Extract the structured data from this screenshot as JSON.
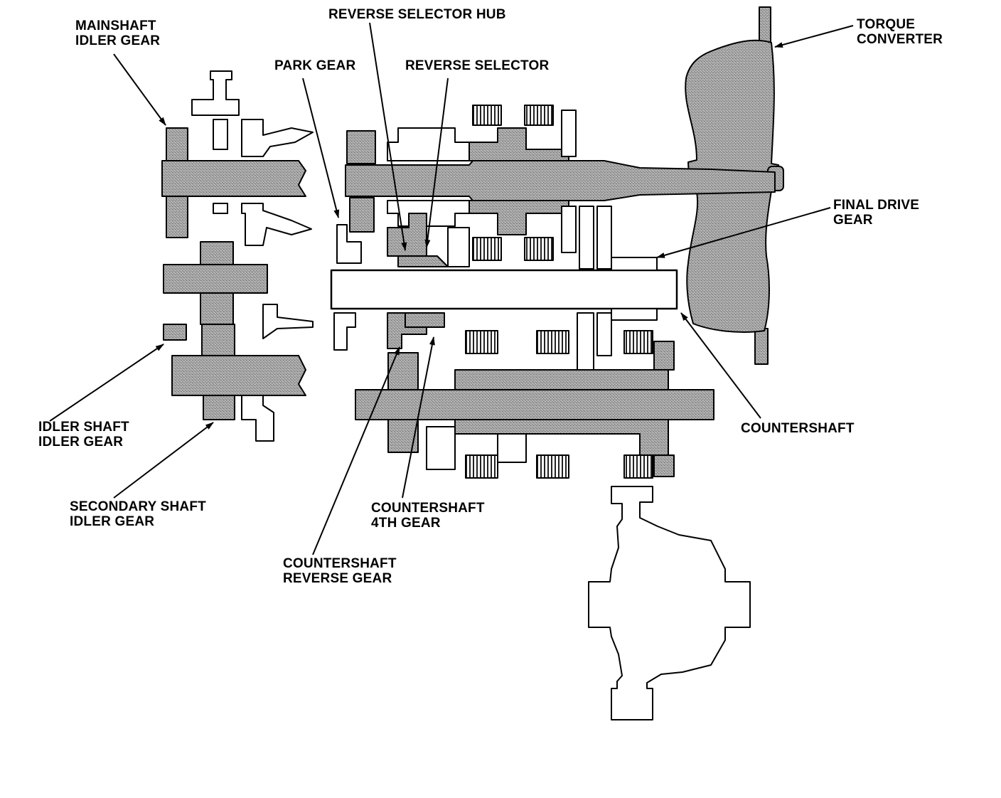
{
  "colors": {
    "shaded": "#9a9a9a",
    "shaded_dark": "#7d7d7d",
    "ink": "#000000",
    "paper": "#ffffff"
  },
  "labels": {
    "mainshaft_idler_gear": [
      "MAINSHAFT",
      "IDLER GEAR"
    ],
    "reverse_selector_hub": [
      "REVERSE SELECTOR HUB"
    ],
    "park_gear": [
      "PARK GEAR"
    ],
    "reverse_selector": [
      "REVERSE SELECTOR"
    ],
    "torque_converter": [
      "TORQUE",
      "CONVERTER"
    ],
    "final_drive_gear": [
      "FINAL DRIVE",
      "GEAR"
    ],
    "countershaft": [
      "COUNTERSHAFT"
    ],
    "idler_shaft_idler_gear": [
      "IDLER SHAFT",
      "IDLER GEAR"
    ],
    "secondary_shaft_idler_gear": [
      "SECONDARY SHAFT",
      "IDLER GEAR"
    ],
    "countershaft_4th_gear": [
      "COUNTERSHAFT",
      "4TH GEAR"
    ],
    "countershaft_reverse_gear": [
      "COUNTERSHAFT",
      "REVERSE GEAR"
    ]
  }
}
